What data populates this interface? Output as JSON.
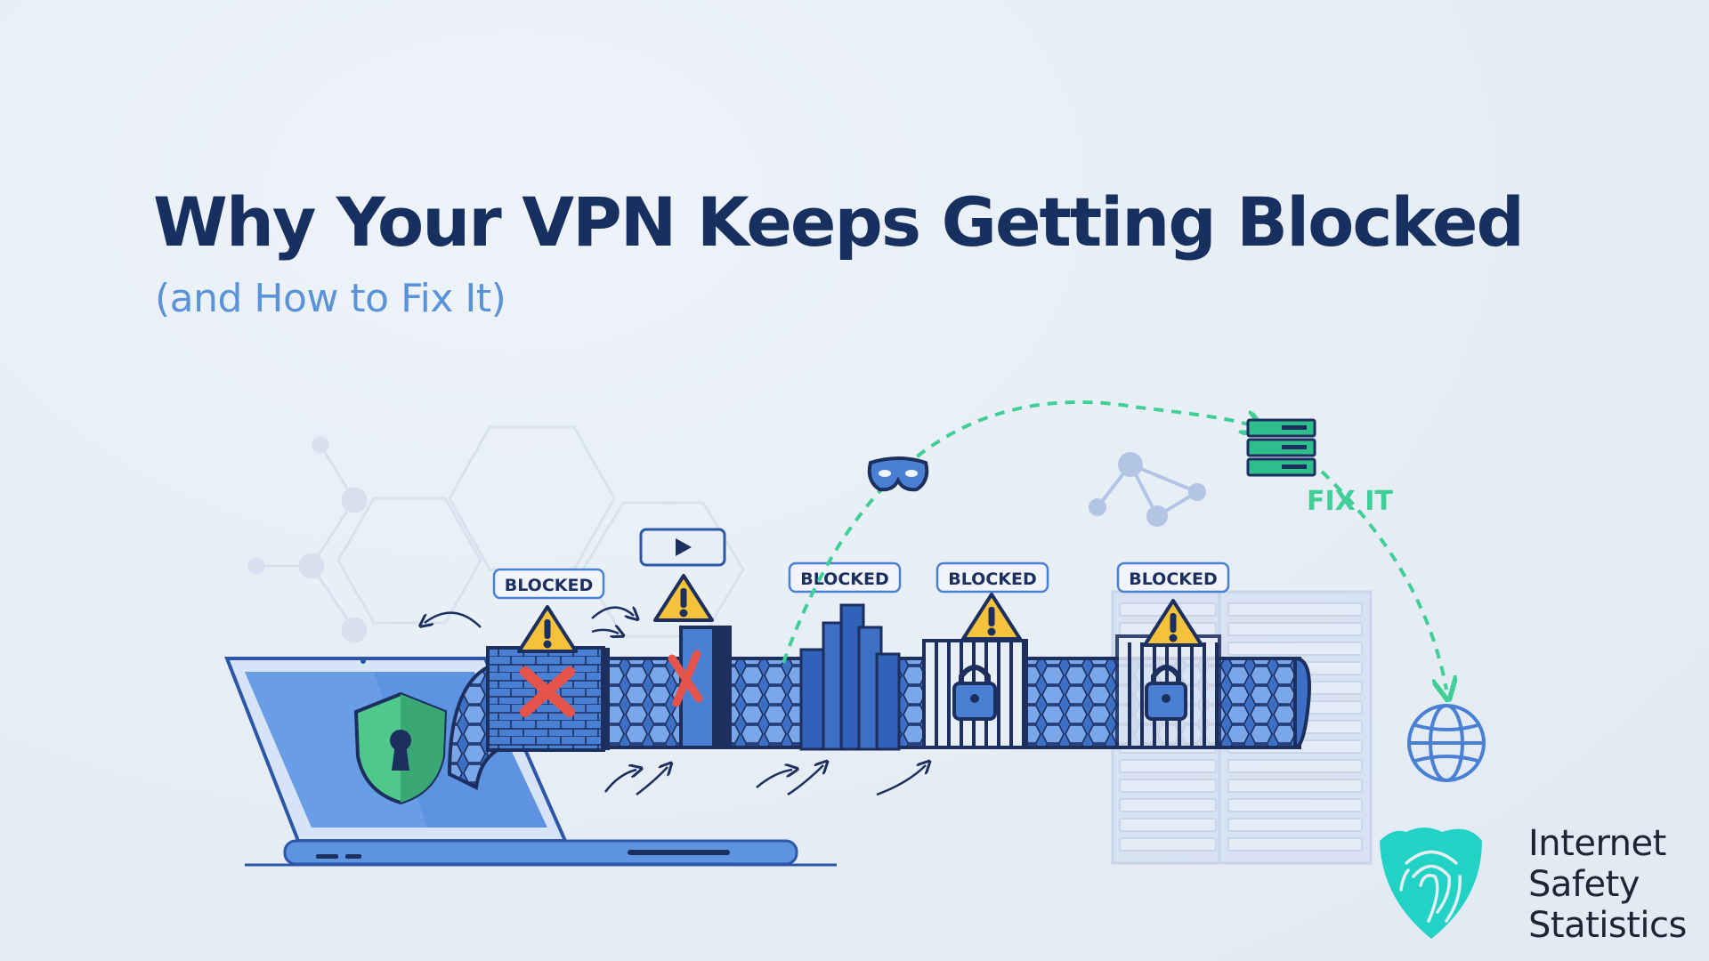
{
  "header": {
    "title": "Why Your VPN Keeps Getting Blocked",
    "subtitle": "(and How to Fix It)"
  },
  "blockers": {
    "label_1": "BLOCKED",
    "label_2": "BLOCKED",
    "label_3": "BLOCKED",
    "label_4": "BLOCKED"
  },
  "fix": {
    "label": "FIX IT"
  },
  "brand": {
    "line_1": "Internet",
    "line_2": "Safety",
    "line_3": "Statistics"
  },
  "colors": {
    "title": "#17305f",
    "subtitle": "#5a93d8",
    "tunnel_blue": "#4a80d4",
    "outline_navy": "#1c2f5e",
    "warning_yellow": "#f5c33b",
    "error_red": "#e5534b",
    "fix_green": "#3fcf97",
    "shield_green": "#4fc88a",
    "brand_teal": "#22d3c5"
  },
  "icons": [
    "shield-lock-icon",
    "warning-icon",
    "error-x-icon",
    "padlock-icon",
    "play-icon",
    "mask-icon",
    "server-stack-icon",
    "globe-icon",
    "fingerprint-shield-icon"
  ]
}
